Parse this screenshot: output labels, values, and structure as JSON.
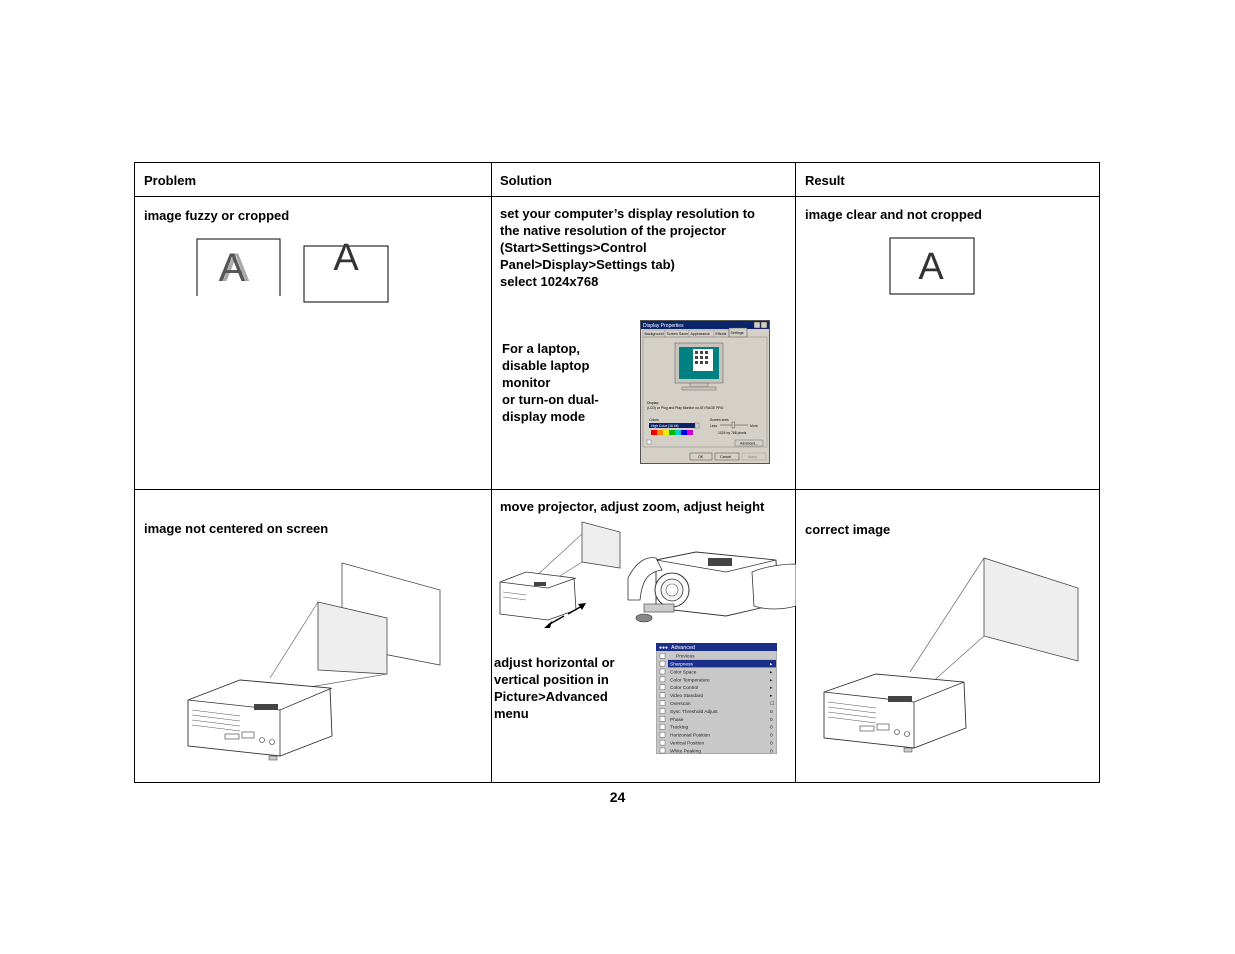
{
  "headers": {
    "problem": "Problem",
    "solution": "Solution",
    "result": "Result"
  },
  "row1": {
    "problem": "image fuzzy or cropped",
    "solution": "set your computer’s display resolution to\nthe native resolution of the projector\n(Start>Settings>Control\nPanel>Display>Settings tab)\nselect 1024x768",
    "laptop_note": "For a laptop,\ndisable laptop\nmonitor\nor turn-on dual-\ndisplay mode",
    "result": "image clear and not cropped",
    "letter": "A"
  },
  "dialog": {
    "title": "Display Properties",
    "tabs": [
      "Background",
      "Screen Saver",
      "Appearance",
      "Effects",
      "Settings"
    ],
    "display_label": "Display:",
    "display_value": "(LCD) or Plug and Play Monitor on ATI RAGE PRO",
    "colors_label": "Colors",
    "colors_value": "High Color (16 bit)",
    "screen_area_label": "Screen area",
    "less": "Less",
    "more": "More",
    "pixels": "1024 by 768 pixels",
    "advanced": "Advanced...",
    "ok": "OK",
    "cancel": "Cancel",
    "apply": "Apply"
  },
  "row2": {
    "problem": "image not centered on screen",
    "solution": "move projector, adjust zoom, adjust height",
    "menu_note": "adjust horizontal or\nvertical position in\nPicture>Advanced\nmenu",
    "result": "correct image"
  },
  "menu": {
    "title": "Advanced",
    "items": [
      {
        "label": "Previous",
        "value": ""
      },
      {
        "label": "Sharpness",
        "value": "▸"
      },
      {
        "label": "Color Space",
        "value": "▸"
      },
      {
        "label": "Color Temperature",
        "value": "▸"
      },
      {
        "label": "Color Control",
        "value": "▸"
      },
      {
        "label": "Video Standard",
        "value": "▸"
      },
      {
        "label": "Overscan",
        "value": "☐"
      },
      {
        "label": "Sync Threshold Adjust",
        "value": "0"
      },
      {
        "label": "Phase",
        "value": "0"
      },
      {
        "label": "Tracking",
        "value": "0"
      },
      {
        "label": "Horizontal Position",
        "value": "0"
      },
      {
        "label": "Vertical Position",
        "value": "0"
      },
      {
        "label": "White Peaking",
        "value": "0"
      }
    ]
  },
  "page_number": "24"
}
